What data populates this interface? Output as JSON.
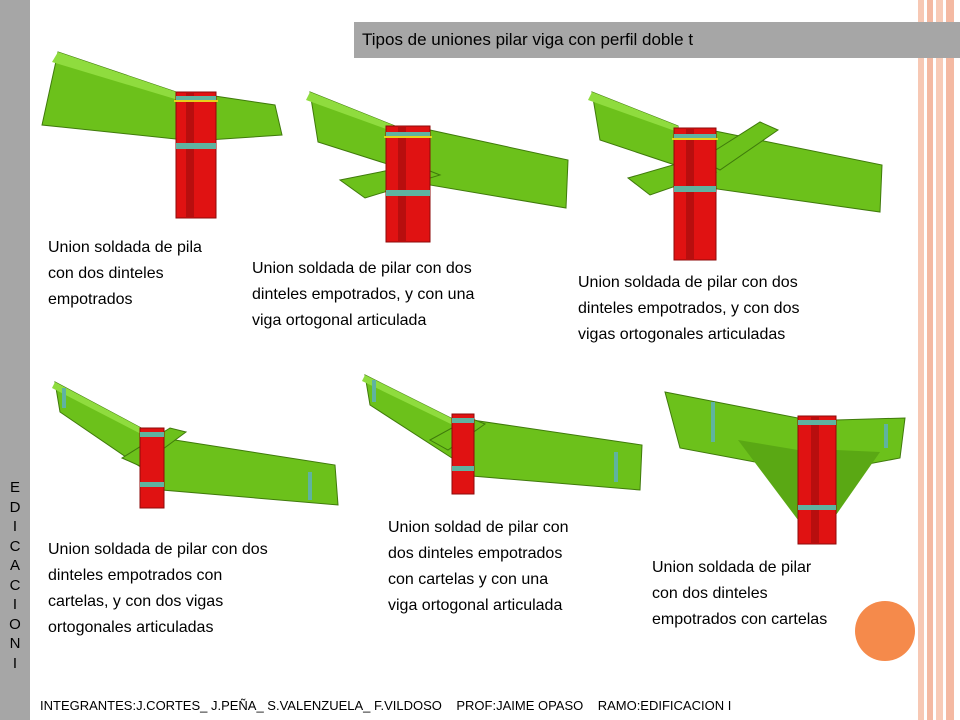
{
  "title": "Tipos de uniones pilar viga con perfil doble t",
  "vertical_label": "EDICACIONI",
  "captions": {
    "c1": [
      "Union soldada de pila",
      "con dos dinteles",
      "empotrados"
    ],
    "c2": [
      "Union soldada de pilar con dos",
      "dinteles empotrados, y con una",
      "viga ortogonal articulada"
    ],
    "c3": [
      "Union soldada de pilar con dos",
      "dinteles empotrados, y con dos",
      "vigas ortogonales articuladas"
    ],
    "c4": [
      "Union soldada de pilar con dos",
      "dinteles empotrados con",
      "cartelas, y con dos vigas",
      "ortogonales articuladas"
    ],
    "c5": [
      "Union soldad de pilar con",
      "dos dinteles empotrados",
      "con cartelas y con una",
      "viga ortogonal articulada"
    ],
    "c6": [
      "Union soldada de pilar",
      "con dos dinteles",
      "empotrados con cartelas"
    ]
  },
  "footer": "INTEGRANTES:J.CORTES_ J.PEÑA_ S.VALENZUELA_ F.VILDOSO    PROF:JAIME OPASO    RAMO:EDIFICACION I",
  "colors": {
    "beam": "#6cc11b",
    "column": "#e01212",
    "plate": "#5fb3a0",
    "weld": "#e6d21a",
    "accent": "#f58a4b"
  }
}
